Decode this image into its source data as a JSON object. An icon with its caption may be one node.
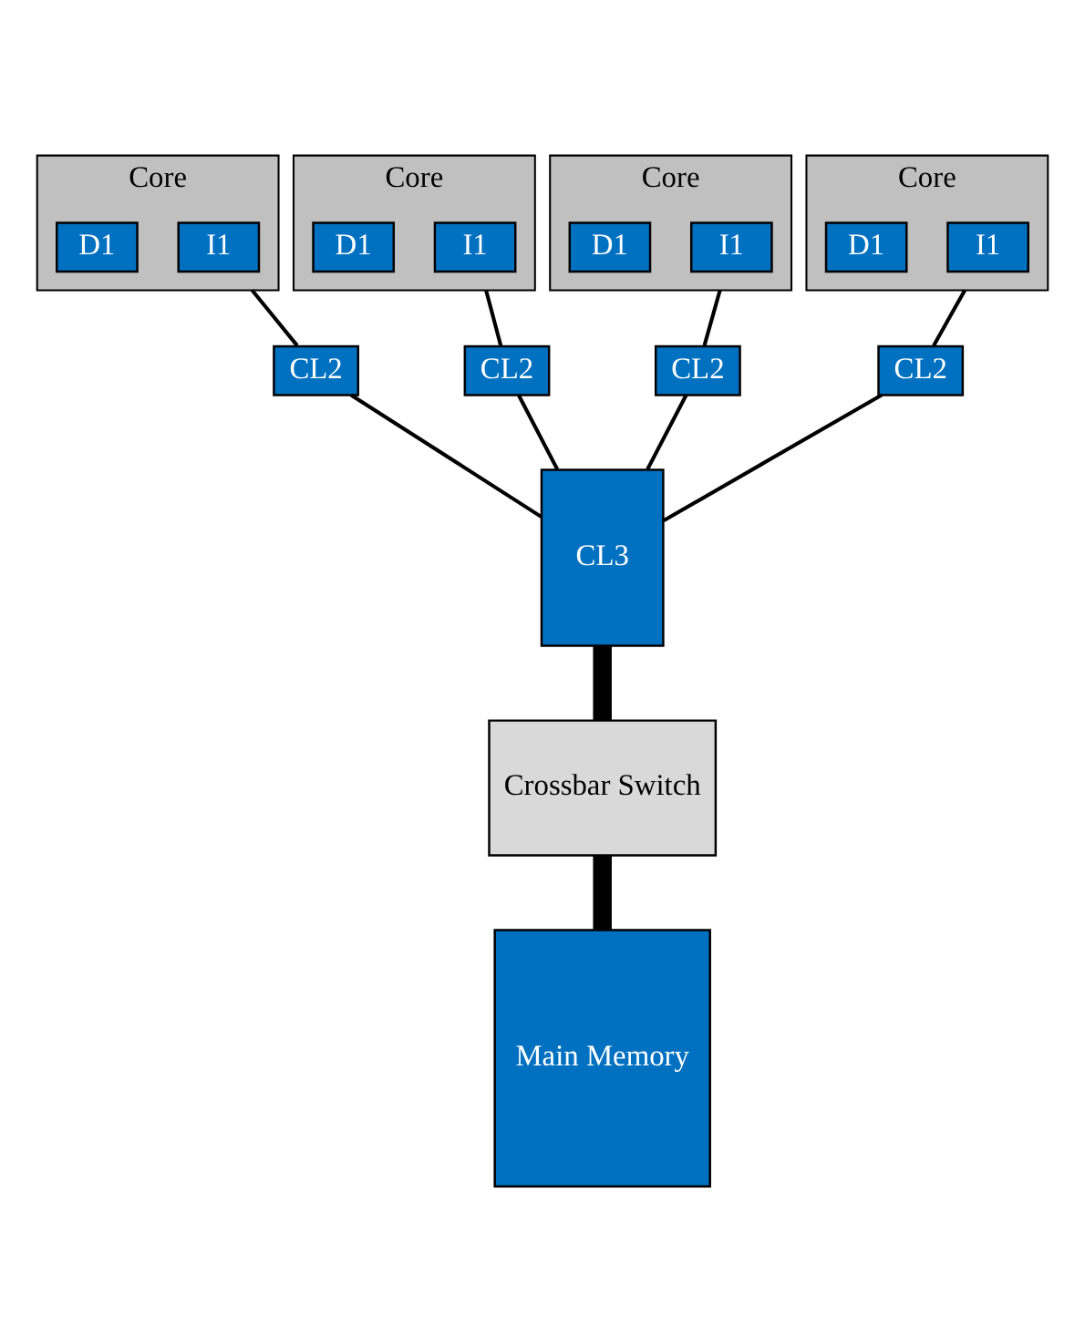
{
  "diagram": {
    "nodes": [
      {
        "text": [
          "Core"
        ]
      },
      {
        "text": [
          "I1"
        ],
        "in": 0
      },
      {
        "text": [
          "D1"
        ],
        "in": 0
      },
      {
        "text": [
          "Core"
        ]
      },
      {
        "text": [
          "I1"
        ],
        "in": 3
      },
      {
        "text": [
          "D1"
        ],
        "in": 3
      },
      {
        "text": [
          "Core"
        ]
      },
      {
        "text": [
          "I1"
        ],
        "in": 6
      },
      {
        "text": [
          "D1"
        ],
        "in": 6
      },
      {
        "text": [
          "Core"
        ]
      },
      {
        "text": [
          "I1"
        ],
        "in": 9
      },
      {
        "text": [
          "D1"
        ],
        "in": 9
      },
      {
        "text": [
          "CL2"
        ]
      },
      {
        "text": [
          "CL2"
        ]
      },
      {
        "text": [
          "CL2"
        ]
      },
      {
        "text": [
          "CL2"
        ]
      },
      {
        "text": [
          "CL3"
        ]
      },
      {
        "text": [
          "Crossbar Switch"
        ]
      },
      {
        "text": [
          "Main Memory"
        ]
      }
    ],
    "edges": [
      {
        "from": 0,
        "to": 12,
        "arrow": "none"
      },
      {
        "from": 3,
        "to": 13,
        "arrow": "none"
      },
      {
        "from": 6,
        "to": 14,
        "arrow": "none"
      },
      {
        "from": 9,
        "to": 15,
        "arrow": "none"
      },
      {
        "from": 12,
        "to": 16,
        "arrow": "none"
      },
      {
        "from": 13,
        "to": 16,
        "arrow": "none"
      },
      {
        "from": 14,
        "to": 16,
        "arrow": "none"
      },
      {
        "from": 15,
        "to": 16,
        "arrow": "none"
      },
      {
        "from": 16,
        "to": 17,
        "arrow": "none",
        "style": "thick"
      },
      {
        "from": 17,
        "to": 18,
        "arrow": "none",
        "style": "thick"
      }
    ]
  }
}
